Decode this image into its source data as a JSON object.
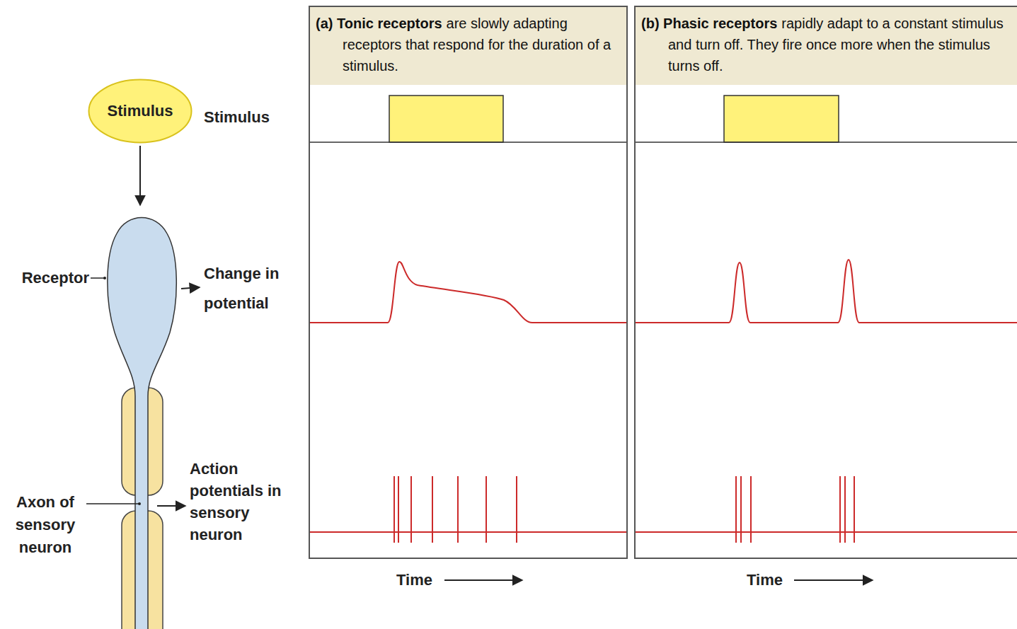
{
  "diagram": {
    "nodes": [
      {
        "text": [
          "Stimulus"
        ]
      },
      {
        "text": [
          "(a) Tonic receptors",
          "are slowly adapting receptors that respond for the duration of a stimulus."
        ]
      },
      {
        "text": [
          "(b) Phasic receptors",
          "rapidly adapt to a constant stimulus and turn off. They fire once more when the stimulus turns off."
        ]
      }
    ],
    "labels": [
      "Stimulus",
      "Receptor",
      "Change in potential",
      "Action potentials in sensory neuron",
      "Axon of sensory neuron",
      "Time",
      "Time"
    ]
  }
}
